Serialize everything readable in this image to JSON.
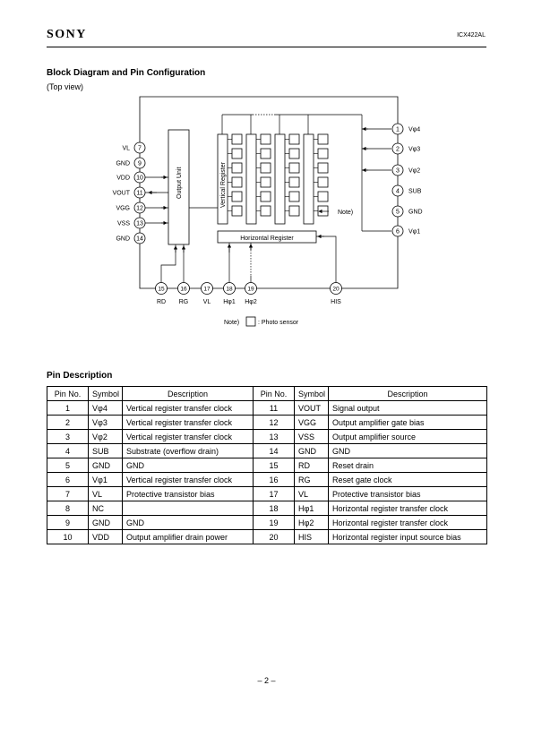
{
  "header": {
    "brand": "SONY",
    "doc_id": "ICX422AL"
  },
  "section1": {
    "title": "Block Diagram and Pin Configuration",
    "subtitle": "(Top view)"
  },
  "diagram": {
    "left_pins": [
      {
        "num": "7",
        "label": "VL"
      },
      {
        "num": "9",
        "label": "GND"
      },
      {
        "num": "10",
        "label": "VDD"
      },
      {
        "num": "11",
        "label": "VOUT"
      },
      {
        "num": "12",
        "label": "VGG"
      },
      {
        "num": "13",
        "label": "VSS"
      },
      {
        "num": "14",
        "label": "GND"
      }
    ],
    "right_pins": [
      {
        "num": "1",
        "label": "Vφ4"
      },
      {
        "num": "2",
        "label": "Vφ3"
      },
      {
        "num": "3",
        "label": "Vφ2"
      },
      {
        "num": "4",
        "label": "SUB"
      },
      {
        "num": "5",
        "label": "GND"
      },
      {
        "num": "6",
        "label": "Vφ1"
      }
    ],
    "bottom_pins": [
      {
        "num": "15",
        "label": "RD"
      },
      {
        "num": "16",
        "label": "RG"
      },
      {
        "num": "17",
        "label": "VL"
      },
      {
        "num": "18",
        "label": "Hφ1"
      },
      {
        "num": "19",
        "label": "Hφ2"
      },
      {
        "num": "20",
        "label": "HIS"
      }
    ],
    "output_unit": "Output Unit",
    "vertical_register": "Vertical Register",
    "horizontal_register": "Horizontal Register",
    "note_marker": "Note)",
    "legend_note": "Note)",
    "legend_text": ": Photo sensor"
  },
  "section2": {
    "title": "Pin Description"
  },
  "pin_table": {
    "headers": [
      "Pin No.",
      "Symbol",
      "Description",
      "Pin No.",
      "Symbol",
      "Description"
    ],
    "rows": [
      [
        "1",
        "Vφ4",
        "Vertical register transfer clock",
        "11",
        "VOUT",
        "Signal output"
      ],
      [
        "2",
        "Vφ3",
        "Vertical register transfer clock",
        "12",
        "VGG",
        "Output amplifier gate bias"
      ],
      [
        "3",
        "Vφ2",
        "Vertical register transfer clock",
        "13",
        "VSS",
        "Output amplifier source"
      ],
      [
        "4",
        "SUB",
        "Substrate (overflow drain)",
        "14",
        "GND",
        "GND"
      ],
      [
        "5",
        "GND",
        "GND",
        "15",
        "RD",
        "Reset drain"
      ],
      [
        "6",
        "Vφ1",
        "Vertical register transfer clock",
        "16",
        "RG",
        "Reset gate clock"
      ],
      [
        "7",
        "VL",
        "Protective transistor bias",
        "17",
        "VL",
        "Protective transistor bias"
      ],
      [
        "8",
        "NC",
        "",
        "18",
        "Hφ1",
        "Horizontal register transfer clock"
      ],
      [
        "9",
        "GND",
        "GND",
        "19",
        "Hφ2",
        "Horizontal register transfer clock"
      ],
      [
        "10",
        "VDD",
        "Output amplifier drain power",
        "20",
        "HIS",
        "Horizontal register input source bias"
      ]
    ]
  },
  "footer": {
    "page": "– 2 –"
  }
}
